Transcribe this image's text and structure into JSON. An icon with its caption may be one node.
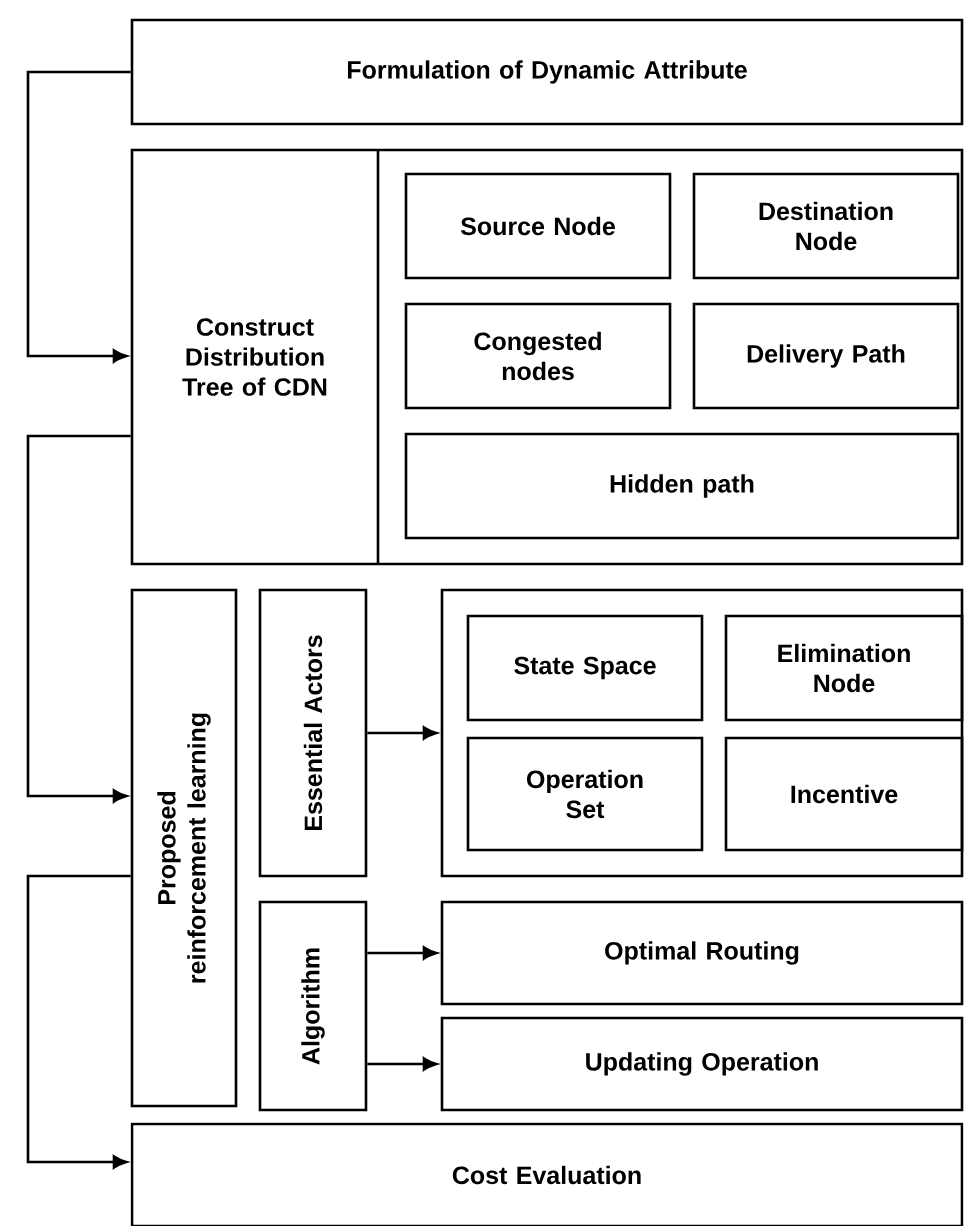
{
  "diagram": {
    "nodes": [
      {
        "text": [
          "Formulation of Dynamic Attribute"
        ]
      },
      {
        "text": [
          "Construct Distribution Tree of CDN"
        ]
      },
      {
        "text": [
          "Source Node"
        ],
        "in": 1
      },
      {
        "text": [
          "Destination Node"
        ],
        "in": 1
      },
      {
        "text": [
          "Congested nodes"
        ],
        "in": 1
      },
      {
        "text": [
          "Delivery Path"
        ],
        "in": 1
      },
      {
        "text": [
          "Hidden path"
        ],
        "in": 1
      },
      {
        "text": [
          "Proposed reinforcement learning"
        ]
      },
      {
        "text": [
          "Essential Actors"
        ]
      },
      {
        "text": [],
        "shape": "box"
      },
      {
        "text": [
          "State Space"
        ],
        "in": 9
      },
      {
        "text": [
          "Elimination Node"
        ],
        "in": 9
      },
      {
        "text": [
          "Operation Set"
        ],
        "in": 9
      },
      {
        "text": [
          "Incentive"
        ],
        "in": 9
      },
      {
        "text": [
          "Algorithm"
        ]
      },
      {
        "text": [
          "Optimal Routing"
        ]
      },
      {
        "text": [
          "Updating Operation"
        ]
      },
      {
        "text": [
          "Cost Evaluation"
        ]
      }
    ],
    "edges": [
      {
        "from": 0,
        "to": 1,
        "arrow": "to"
      },
      {
        "from": 1,
        "to": 7,
        "arrow": "to"
      },
      {
        "from": 7,
        "to": 17,
        "arrow": "to"
      },
      {
        "from": 8,
        "to": 9,
        "arrow": "to"
      },
      {
        "from": 14,
        "to": 15,
        "arrow": "to"
      },
      {
        "from": 14,
        "to": 16,
        "arrow": "to"
      }
    ]
  }
}
